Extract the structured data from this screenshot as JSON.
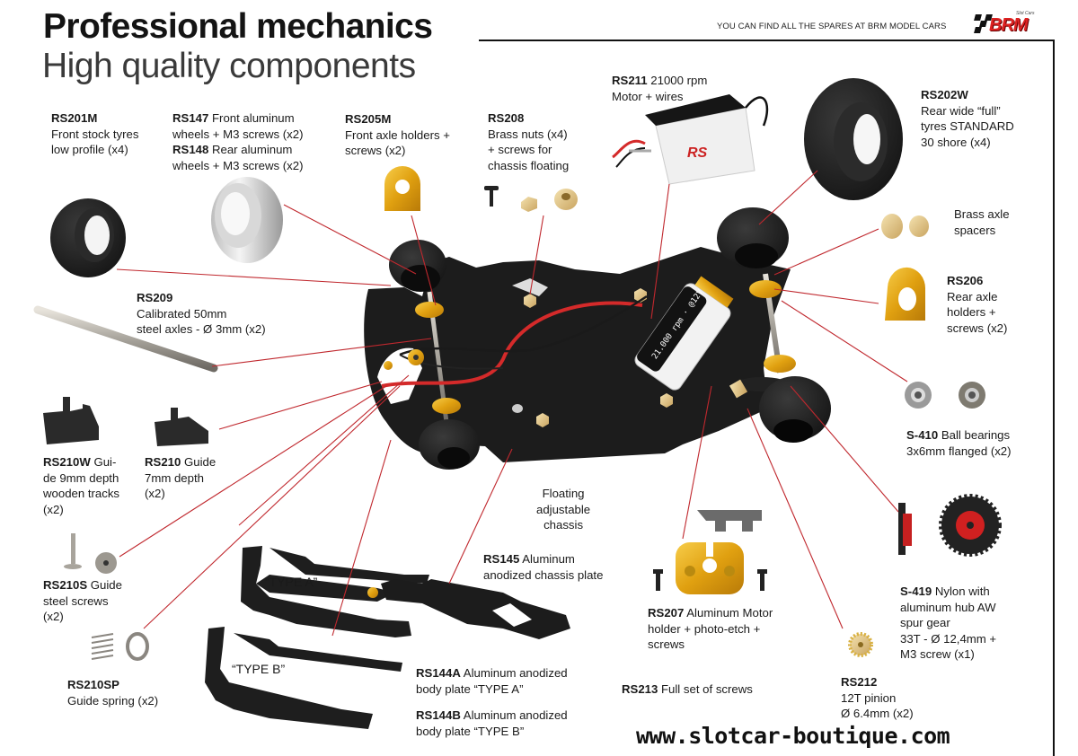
{
  "header": {
    "title": "Professional mechanics",
    "subtitle": "High quality components",
    "tagline": "YOU CAN FIND ALL THE SPARES AT BRM MODEL CARS",
    "logo_text": "BRM",
    "logo_small": "Slot Cars"
  },
  "parts": [
    {
      "id": "rs201m",
      "code": "RS201M",
      "lines": [
        "Front stock tyres",
        "low profile (x4)"
      ],
      "code_on_own_line": true
    },
    {
      "id": "rs147",
      "code": "RS147",
      "first": " Front aluminum",
      "lines": [
        "wheels + M3 screws (x2)"
      ]
    },
    {
      "id": "rs148",
      "code": "RS148",
      "first": " Rear aluminum",
      "lines": [
        "wheels + M3 screws (x2)"
      ]
    },
    {
      "id": "rs205m",
      "code": "RS205M",
      "lines": [
        "Front axle holders +",
        "screws (x2)"
      ],
      "code_on_own_line": true
    },
    {
      "id": "rs208",
      "code": "RS208",
      "lines": [
        "Brass nuts (x4)",
        "+ screws for",
        "chassis floating"
      ],
      "code_on_own_line": true
    },
    {
      "id": "rs211",
      "code": "RS211",
      "first": " 21000 rpm",
      "lines": [
        "Motor + wires"
      ]
    },
    {
      "id": "rs202w",
      "code": "RS202W",
      "lines": [
        "Rear wide “full”",
        "tyres STANDARD",
        "30 shore (x4)"
      ],
      "code_on_own_line": true
    },
    {
      "id": "spacers",
      "code": "",
      "lines": [
        "Brass axle",
        "spacers"
      ]
    },
    {
      "id": "rs206",
      "code": "RS206",
      "lines": [
        "Rear axle",
        "holders +",
        "screws (x2)"
      ],
      "code_on_own_line": true
    },
    {
      "id": "s410",
      "code": "S-410",
      "first": " Ball bearings",
      "lines": [
        "3x6mm flanged (x2)"
      ]
    },
    {
      "id": "rs209",
      "code": "RS209",
      "lines": [
        "Calibrated 50mm",
        "steel axles - Ø 3mm (x2)"
      ],
      "code_on_own_line": true
    },
    {
      "id": "rs210w",
      "code": "RS210W",
      "first": " Gui-",
      "lines": [
        "de 9mm depth",
        "wooden tracks",
        "(x2)"
      ]
    },
    {
      "id": "rs210",
      "code": "RS210",
      "first": " Guide",
      "lines": [
        "7mm depth",
        "(x2)"
      ]
    },
    {
      "id": "rs210s",
      "code": "RS210S",
      "first": " Guide",
      "lines": [
        "steel screws",
        "(x2)"
      ]
    },
    {
      "id": "rs210sp",
      "code": "RS210SP",
      "lines": [
        "Guide spring (x2)"
      ],
      "code_on_own_line": true
    },
    {
      "id": "floating",
      "code": "",
      "lines": [
        "Floating",
        "adjustable",
        "chassis"
      ]
    },
    {
      "id": "rs145",
      "code": "RS145",
      "first": " Aluminum",
      "lines": [
        "anodized chassis plate"
      ]
    },
    {
      "id": "rs207",
      "code": "RS207",
      "first": " Aluminum Motor",
      "lines": [
        "holder + photo-etch +",
        "screws"
      ]
    },
    {
      "id": "s419",
      "code": "S-419",
      "first": " Nylon with",
      "lines": [
        "aluminum hub AW",
        "spur gear",
        "33T  - Ø 12,4mm +",
        "M3 screw (x1)"
      ]
    },
    {
      "id": "rs144a",
      "code": "RS144A",
      "first": " Aluminum anodized",
      "lines": [
        "body plate “TYPE A”"
      ]
    },
    {
      "id": "rs144b",
      "code": "RS144B",
      "first": " Aluminum anodized",
      "lines": [
        "body plate “TYPE B”"
      ]
    },
    {
      "id": "rs213",
      "code": "RS213",
      "first": " Full set of screws",
      "lines": []
    },
    {
      "id": "rs212",
      "code": "RS212",
      "lines": [
        "12T pinion",
        "Ø 6.4mm (x2)"
      ],
      "code_on_own_line": true
    }
  ],
  "plate_labels": {
    "type_a": "“TYPE A”",
    "type_b": "“TYPE B”"
  },
  "motor_print": "21.000 rpm · @12V",
  "footer": {
    "website": "www.slotcar-boutique.com"
  },
  "colors": {
    "leader_line": "#c0282e",
    "anodized_gold": "#e6a817",
    "chassis_black": "#1c1c1c",
    "wire_red": "#d42a2a",
    "brm_red": "#d22222"
  }
}
